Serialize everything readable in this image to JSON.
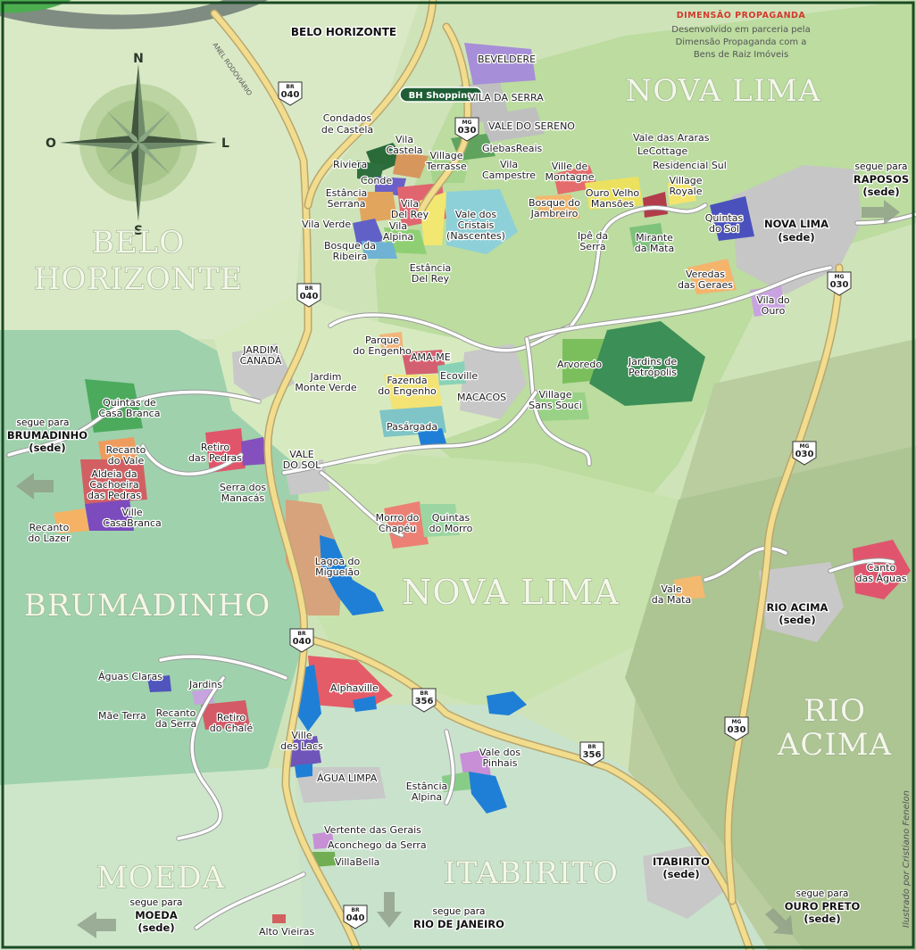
{
  "brand": {
    "title": "DIMENSÃO PROPAGANDA",
    "line1": "Desenvolvido em parceria pela",
    "line2": "Dimensão Propaganda com a",
    "line3": "Bens de Raiz Imóveis"
  },
  "credit": "Ilustrado por Cristiano Fenelon",
  "compass": {
    "n": "N",
    "s": "S",
    "l": "L",
    "o": "O"
  },
  "regions": {
    "belo_horizonte_1": "BELO",
    "belo_horizonte_2": "HORIZONTE",
    "nova_lima_top": "NOVA LIMA",
    "nova_lima_center": "NOVA LIMA",
    "brumadinho": "BRUMADINHO",
    "moeda": "MOEDA",
    "itabirito": "ITABIRITO",
    "rio_acima_1": "RIO",
    "rio_acima_2": "ACIMA"
  },
  "top": {
    "belo_horizonte": "BELO HORIZONTE",
    "anel": "ANEL RODOVIÁRIO",
    "bh_shopping": "BH Shopping"
  },
  "shields": {
    "br040": "040",
    "mg030": "030",
    "br356": "356",
    "br": "BR",
    "mg": "MG"
  },
  "areas": {
    "beveldere": "BEVELDERE",
    "vila_da_serra": "VILA DA SERRA",
    "vale_do_sereno": "VALE DO SERENO",
    "condados_1": "Condados",
    "condados_2": "de Castela",
    "vila_castela_1": "Vila",
    "vila_castela_2": "Castela",
    "glebas": "GlebasReais",
    "village_terrasse_1": "Village",
    "village_terrasse_2": "Terrasse",
    "vila_campestre_1": "Vila",
    "vila_campestre_2": "Campestre",
    "riviera": "Riviera",
    "conde": "Conde",
    "estancia_serrana_1": "Estância",
    "estancia_serrana_2": "Serrana",
    "vila_del_rey_1": "Vila",
    "vila_del_rey_2": "Del Rey",
    "vila_verde": "Vila Verde",
    "vila_alpina_1": "Vila",
    "vila_alpina_2": "Alpina",
    "bosque_ribeira_1": "Bosque da",
    "bosque_ribeira_2": "Ribeira",
    "vale_cristais_1": "Vale dos",
    "vale_cristais_2": "Cristais",
    "vale_cristais_3": "(Nascentes)",
    "estancia_del_rey_1": "Estância",
    "estancia_del_rey_2": "Del Rey",
    "ville_montagne_1": "Ville de",
    "ville_montagne_2": "Montagne",
    "ouro_velho_1": "Ouro Velho",
    "ouro_velho_2": "Mansões",
    "bosque_jambreiro_1": "Bosque do",
    "bosque_jambreiro_2": "Jambreiro",
    "ipe_serra_1": "Ipê da",
    "ipe_serra_2": "Serra",
    "vale_araras": "Vale das Araras",
    "lecottage": "LeCottage",
    "residencial_sul": "Residencial Sul",
    "village_royale_1": "Village",
    "village_royale_2": "Royale",
    "mirante_1": "Mirante",
    "mirante_2": "da Mata",
    "quintas_sol_1": "Quintas",
    "quintas_sol_2": "do Sol",
    "veredas_1": "Veredas",
    "veredas_2": "das Geraes",
    "vila_ouro_1": "Vila do",
    "vila_ouro_2": "Ouro",
    "jardim_canada_1": "JARDIM",
    "jardim_canada_2": "CANADÁ",
    "jardim_monte_1": "Jardim",
    "jardim_monte_2": "Monte Verde",
    "parque_1": "Parque",
    "parque_2": "do Engenho",
    "ama_me": "AMA-ME",
    "fazenda_1": "Fazenda",
    "fazenda_2": "do Engenho",
    "ecoville": "Ecoville",
    "macacos": "MACACOS",
    "pasargada": "Pasárgada",
    "arvoredo": "Arvoredo",
    "jardins_petro_1": "Jardins de",
    "jardins_petro_2": "Petrópolis",
    "village_souci_1": "Village",
    "village_souci_2": "Sans Souci",
    "quintas_casa_1": "Quintas de",
    "quintas_casa_2": "Casa Branca",
    "recanto_vale_1": "Recanto",
    "recanto_vale_2": "do Vale",
    "aldeia_1": "Aldeia da",
    "aldeia_2": "Cachoeira",
    "aldeia_3": "das Pedras",
    "ville_casa_1": "Ville",
    "ville_casa_2": "CasaBranca",
    "recanto_lazer_1": "Recanto",
    "recanto_lazer_2": "do Lazer",
    "retiro_pedras_1": "Retiro",
    "retiro_pedras_2": "das Pedras",
    "serra_manacas_1": "Serra dos",
    "serra_manacas_2": "Manacás",
    "vale_sol_1": "VALE",
    "vale_sol_2": "DO SOL",
    "morro_1": "Morro do",
    "morro_2": "Chapéu",
    "quintas_morro_1": "Quintas",
    "quintas_morro_2": "do Morro",
    "lagoa_1": "Lagoa do",
    "lagoa_2": "Miguelão",
    "canto_aguas_1": "Canto",
    "canto_aguas_2": "das Águas",
    "vale_mata_1": "Vale",
    "vale_mata_2": "da Mata",
    "aguas_claras": "Águas Claras",
    "jardins": "Jardins",
    "mae_terra": "Mãe Terra",
    "recanto_serra_1": "Recanto",
    "recanto_serra_2": "da Serra",
    "retiro_chale_1": "Retiro",
    "retiro_chale_2": "do Chalé",
    "alphaville": "Alphaville",
    "ville_lacs_1": "Ville",
    "ville_lacs_2": "des Lacs",
    "agua_limpa": "ÁGUA LIMPA",
    "estancia_alpina_1": "Estância",
    "estancia_alpina_2": "Alpina",
    "vale_pinhais_1": "Vale dos",
    "vale_pinhais_2": "Pinhais",
    "vertente": "Vertente das Gerais",
    "aconchego": "Aconchego da Serra",
    "villabella": "VillaBella",
    "alto_vieiras": "Alto Vieiras"
  },
  "sedes": {
    "nova_lima_1": "NOVA LIMA",
    "nova_lima_2": "(sede)",
    "rio_acima_1": "RIO ACIMA",
    "rio_acima_2": "(sede)",
    "itabirito_1": "ITABIRITO",
    "itabirito_2": "(sede)"
  },
  "follow": {
    "segue_para": "segue para",
    "raposos_1": "RAPOSOS",
    "raposos_2": "(sede)",
    "brumadinho_1": "BRUMADINHO",
    "brumadinho_2": "(sede)",
    "moeda_1": "MOEDA",
    "moeda_2": "(sede)",
    "rio_janeiro": "RIO DE JANEIRO",
    "ouro_preto_1": "OURO PRETO",
    "ouro_preto_2": "(sede)"
  }
}
